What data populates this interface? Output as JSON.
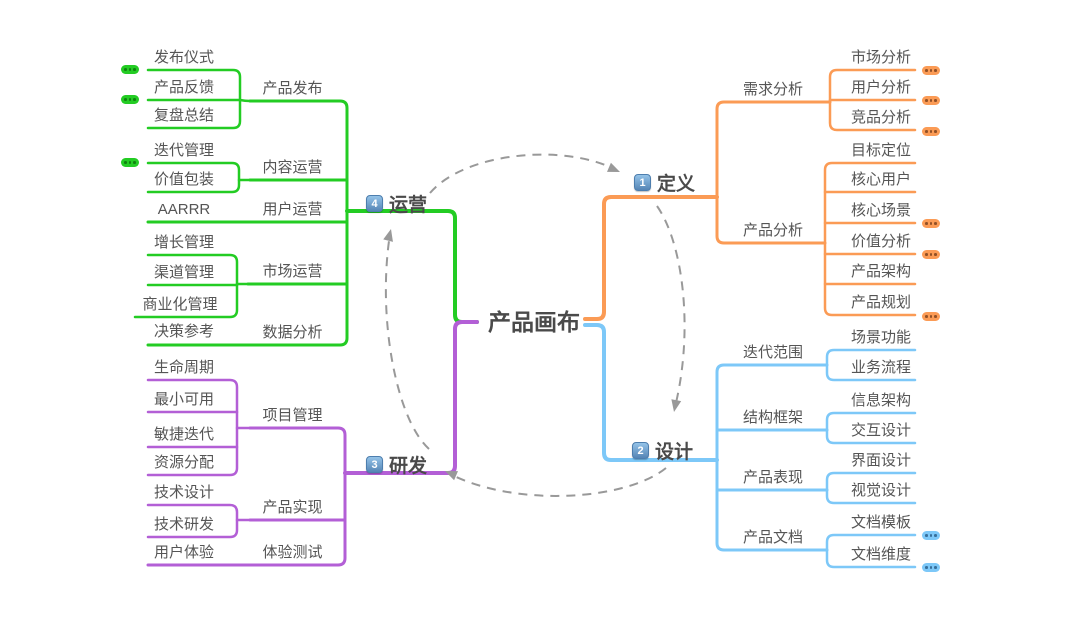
{
  "title": "产品画布",
  "colors": {
    "define": "#FB9B55",
    "design": "#7DC8F8",
    "develop": "#B35FD6",
    "operate": "#23CC23",
    "cycle_arrow": "#999999",
    "topic_text": "#555555",
    "title_text": "#4A4A4A",
    "badge": "#5585B5"
  },
  "branches": {
    "define": {
      "num": "1",
      "label": "定义",
      "children": [
        {
          "label": "需求分析",
          "children": [
            {
              "label": "市场分析",
              "marker": "ellipsis"
            },
            {
              "label": "用户分析",
              "marker": "ellipsis"
            },
            {
              "label": "竞品分析",
              "marker": "ellipsis"
            }
          ]
        },
        {
          "label": "产品分析",
          "children": [
            {
              "label": "目标定位"
            },
            {
              "label": "核心用户"
            },
            {
              "label": "核心场景",
              "marker": "ellipsis"
            },
            {
              "label": "价值分析",
              "marker": "ellipsis"
            },
            {
              "label": "产品架构"
            },
            {
              "label": "产品规划",
              "marker": "ellipsis"
            }
          ]
        }
      ]
    },
    "design": {
      "num": "2",
      "label": "设计",
      "children": [
        {
          "label": "迭代范围",
          "children": [
            {
              "label": "场景功能"
            },
            {
              "label": "业务流程"
            }
          ]
        },
        {
          "label": "结构框架",
          "children": [
            {
              "label": "信息架构"
            },
            {
              "label": "交互设计"
            }
          ]
        },
        {
          "label": "产品表现",
          "children": [
            {
              "label": "界面设计"
            },
            {
              "label": "视觉设计"
            }
          ]
        },
        {
          "label": "产品文档",
          "children": [
            {
              "label": "文档模板",
              "marker": "ellipsis"
            },
            {
              "label": "文档维度",
              "marker": "ellipsis"
            }
          ]
        }
      ]
    },
    "develop": {
      "num": "3",
      "label": "研发",
      "children": [
        {
          "label": "项目管理",
          "children": [
            {
              "label": "生命周期"
            },
            {
              "label": "最小可用"
            },
            {
              "label": "敏捷迭代"
            },
            {
              "label": "资源分配"
            }
          ]
        },
        {
          "label": "产品实现",
          "children": [
            {
              "label": "技术设计"
            },
            {
              "label": "技术研发"
            }
          ]
        },
        {
          "label": "体验测试",
          "children": [
            {
              "label": "用户体验"
            }
          ]
        }
      ]
    },
    "operate": {
      "num": "4",
      "label": "运营",
      "children": [
        {
          "label": "产品发布",
          "children": [
            {
              "label": "发布仪式",
              "marker": "ellipsis"
            },
            {
              "label": "产品反馈",
              "marker": "ellipsis"
            },
            {
              "label": "复盘总结"
            }
          ]
        },
        {
          "label": "内容运营",
          "children": [
            {
              "label": "迭代管理",
              "marker": "ellipsis"
            },
            {
              "label": "价值包装"
            }
          ]
        },
        {
          "label": "用户运营",
          "children": [
            {
              "label": "AARRR"
            }
          ]
        },
        {
          "label": "市场运营",
          "children": [
            {
              "label": "增长管理"
            },
            {
              "label": "渠道管理"
            },
            {
              "label": "商业化管理"
            }
          ]
        },
        {
          "label": "数据分析",
          "children": [
            {
              "label": "决策参考"
            }
          ]
        }
      ]
    }
  }
}
